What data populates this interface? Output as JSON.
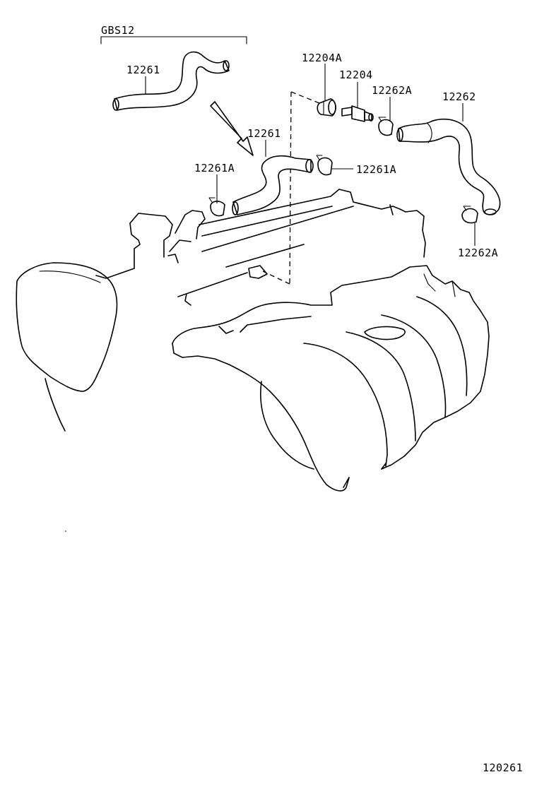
{
  "diagram": {
    "group_code": "GBS12",
    "page_ref": "120261",
    "callouts": {
      "hose_detail": "12261",
      "hose_installed": "12261",
      "clamp_left": "12261A",
      "clamp_right": "12261A",
      "grommet": "12204A",
      "pcv_valve": "12204",
      "clamp_upper": "12262A",
      "hose_2": "12262",
      "clamp_lower": "12262A"
    }
  }
}
